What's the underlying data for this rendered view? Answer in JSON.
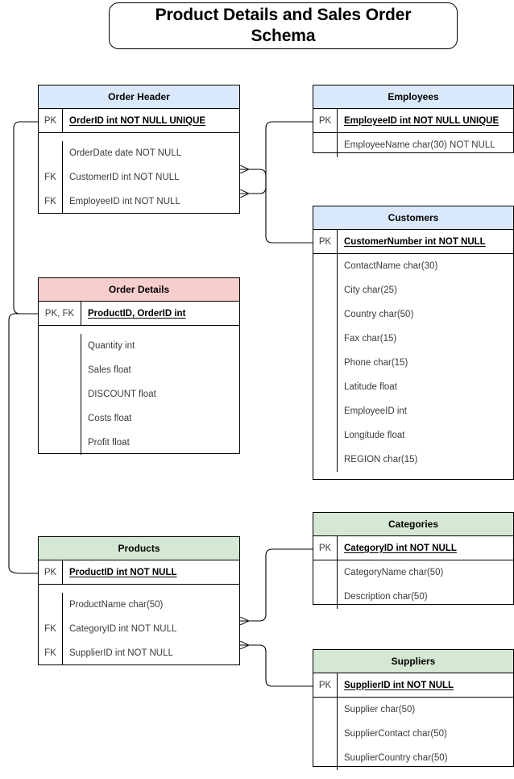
{
  "title": {
    "text": "Product Details and Sales Order Schema",
    "line1": "Product Details and Sales Order",
    "line2": "Schema"
  },
  "colors": {
    "header_blue": "#dae8fc",
    "header_pink": "#f8cecc",
    "header_green": "#d5e8d4",
    "border": "#000000",
    "text": "#000000",
    "attr_text": "#3b3b3b",
    "background": "#ffffff"
  },
  "entities": [
    {
      "id": "order-header",
      "name": "Order Header",
      "color": "blue",
      "pk": {
        "key": "PK",
        "attr": "OrderID int  NOT NULL UNIQUE"
      },
      "attributes": [
        {
          "key": "",
          "attr": "OrderDate date NOT NULL"
        },
        {
          "key": "FK",
          "attr": "CustomerID int NOT NULL"
        },
        {
          "key": "FK",
          "attr": "EmployeeID int NOT NULL"
        }
      ]
    },
    {
      "id": "employees",
      "name": "Employees",
      "color": "blue",
      "pk": {
        "key": "PK",
        "attr": "EmployeeID int NOT NULL UNIQUE"
      },
      "attributes": [
        {
          "key": "",
          "attr": "EmployeeName char(30) NOT NULL"
        }
      ]
    },
    {
      "id": "customers",
      "name": "Customers",
      "color": "blue",
      "pk": {
        "key": "PK",
        "attr": "CustomerNumber int NOT NULL"
      },
      "attributes": [
        {
          "key": "",
          "attr": "ContactName char(30)"
        },
        {
          "key": "",
          "attr": "City char(25)"
        },
        {
          "key": "",
          "attr": "Country char(50)"
        },
        {
          "key": "",
          "attr": "Fax char(15)"
        },
        {
          "key": "",
          "attr": "Phone char(15)"
        },
        {
          "key": "",
          "attr": "Latitude float"
        },
        {
          "key": "",
          "attr": "EmployeeID int"
        },
        {
          "key": "",
          "attr": "Longitude float"
        },
        {
          "key": "",
          "attr": "REGION char(15)"
        }
      ]
    },
    {
      "id": "order-details",
      "name": "Order Details",
      "color": "pink",
      "pk": {
        "key": "PK, FK",
        "attr": "ProductID, OrderID int "
      },
      "attributes": [
        {
          "key": "",
          "attr": "Quantity int"
        },
        {
          "key": "",
          "attr": "Sales float"
        },
        {
          "key": "",
          "attr": "DISCOUNT float"
        },
        {
          "key": "",
          "attr": "Costs float"
        },
        {
          "key": "",
          "attr": "Profit float"
        }
      ]
    },
    {
      "id": "products",
      "name": "Products",
      "color": "green",
      "pk": {
        "key": "PK",
        "attr": "ProductID int NOT NULL"
      },
      "attributes": [
        {
          "key": "",
          "attr": "ProductName char(50)"
        },
        {
          "key": "FK",
          "attr": "CategoryID int NOT NULL"
        },
        {
          "key": "FK",
          "attr": "SupplierID int NOT NULL"
        }
      ]
    },
    {
      "id": "categories",
      "name": "Categories",
      "color": "green",
      "pk": {
        "key": "PK",
        "attr": "CategoryID int NOT NULL"
      },
      "attributes": [
        {
          "key": "",
          "attr": "CategoryName char(50)"
        },
        {
          "key": "",
          "attr": "Description char(50)"
        }
      ]
    },
    {
      "id": "suppliers",
      "name": "Suppliers",
      "color": "green",
      "pk": {
        "key": "PK",
        "attr": "SupplierID int NOT NULL"
      },
      "attributes": [
        {
          "key": "",
          "attr": "Supplier char(50)"
        },
        {
          "key": "",
          "attr": "SupplierContact char(50)"
        },
        {
          "key": "",
          "attr": "SuuplierCountry char(50)"
        }
      ]
    }
  ],
  "relationships": [
    {
      "id": "rel-orderheader-employees",
      "from": "order-header.EmployeeID",
      "to": "employees.EmployeeID"
    },
    {
      "id": "rel-orderheader-customers",
      "from": "order-header.CustomerID",
      "to": "customers.CustomerNumber"
    },
    {
      "id": "rel-orderheader-orderdetails",
      "from": "order-header.OrderID",
      "to": "order-details.OrderID"
    },
    {
      "id": "rel-products-orderdetails",
      "from": "products.ProductID",
      "to": "order-details.ProductID"
    },
    {
      "id": "rel-products-categories",
      "from": "products.CategoryID",
      "to": "categories.CategoryID"
    },
    {
      "id": "rel-products-suppliers",
      "from": "products.SupplierID",
      "to": "suppliers.SupplierID"
    }
  ]
}
